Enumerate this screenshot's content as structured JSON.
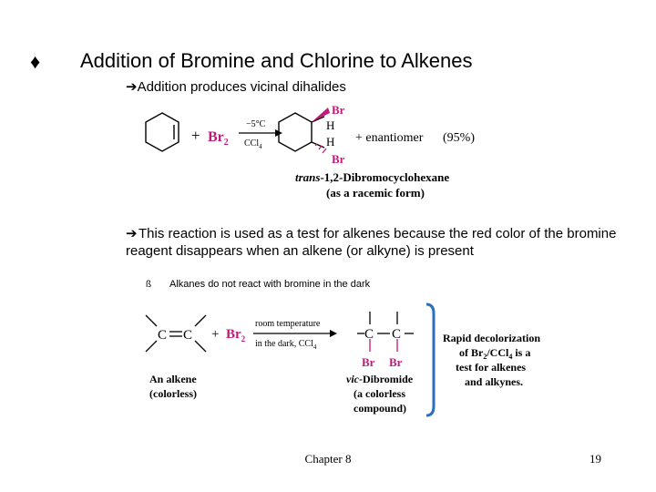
{
  "slide": {
    "title_bullet": "♦",
    "title": "Addition of Bromine and Chlorine to Alkenes",
    "bullet_arrow": "➔",
    "subpoint1": "Addition produces vicinal dihalides",
    "subpoint2": "This reaction is used as a test for alkenes because the red color of the bromine reagent disappears when an alkene (or alkyne) is present",
    "note_bullet": "ß",
    "note": "Alkanes do not react with bromine in the dark",
    "footer_chapter": "Chapter 8",
    "footer_page": "19"
  },
  "scheme1": {
    "plus": "+",
    "reagent": "Br",
    "reagent_sub": "2",
    "condition_top": "−5°C",
    "condition_bottom_main": "CCl",
    "condition_bottom_sub": "4",
    "atom_br_top": "Br",
    "atom_h_top": "H",
    "atom_h_bottom": "H",
    "atom_br_bottom": "Br",
    "plus2": "+ enantiomer",
    "yield": "(95%)",
    "product_name_italic": "trans",
    "product_name_rest": "-1,2-Dibromocyclohexane",
    "product_note": "(as a racemic form)"
  },
  "scheme2": {
    "alkene_c1": "C",
    "alkene_c2": "C",
    "plus": "+",
    "reagent": "Br",
    "reagent_sub": "2",
    "condition_top": "room temperature",
    "condition_bottom": "in the dark, CCl",
    "condition_bottom_sub": "4",
    "product_c1": "C",
    "product_c2": "C",
    "product_br1": "Br",
    "product_br2": "Br",
    "alkene_label_line1": "An alkene",
    "alkene_label_line2": "(colorless)",
    "product_label_line1_italic": "vic",
    "product_label_line1_rest": "-Dibromide",
    "product_label_line2": "(a colorless",
    "product_label_line3": "compound)",
    "box_line1": "Rapid decolorization",
    "box_line2_a": "of Br",
    "box_line2_sub1": "2",
    "box_line2_b": "/CCl",
    "box_line2_sub2": "4",
    "box_line2_c": " is a",
    "box_line3": "test for alkenes",
    "box_line4": "and alkynes."
  },
  "colors": {
    "bromine": "#c2187a",
    "bracket": "#2e6fbd",
    "ink": "#000000"
  }
}
